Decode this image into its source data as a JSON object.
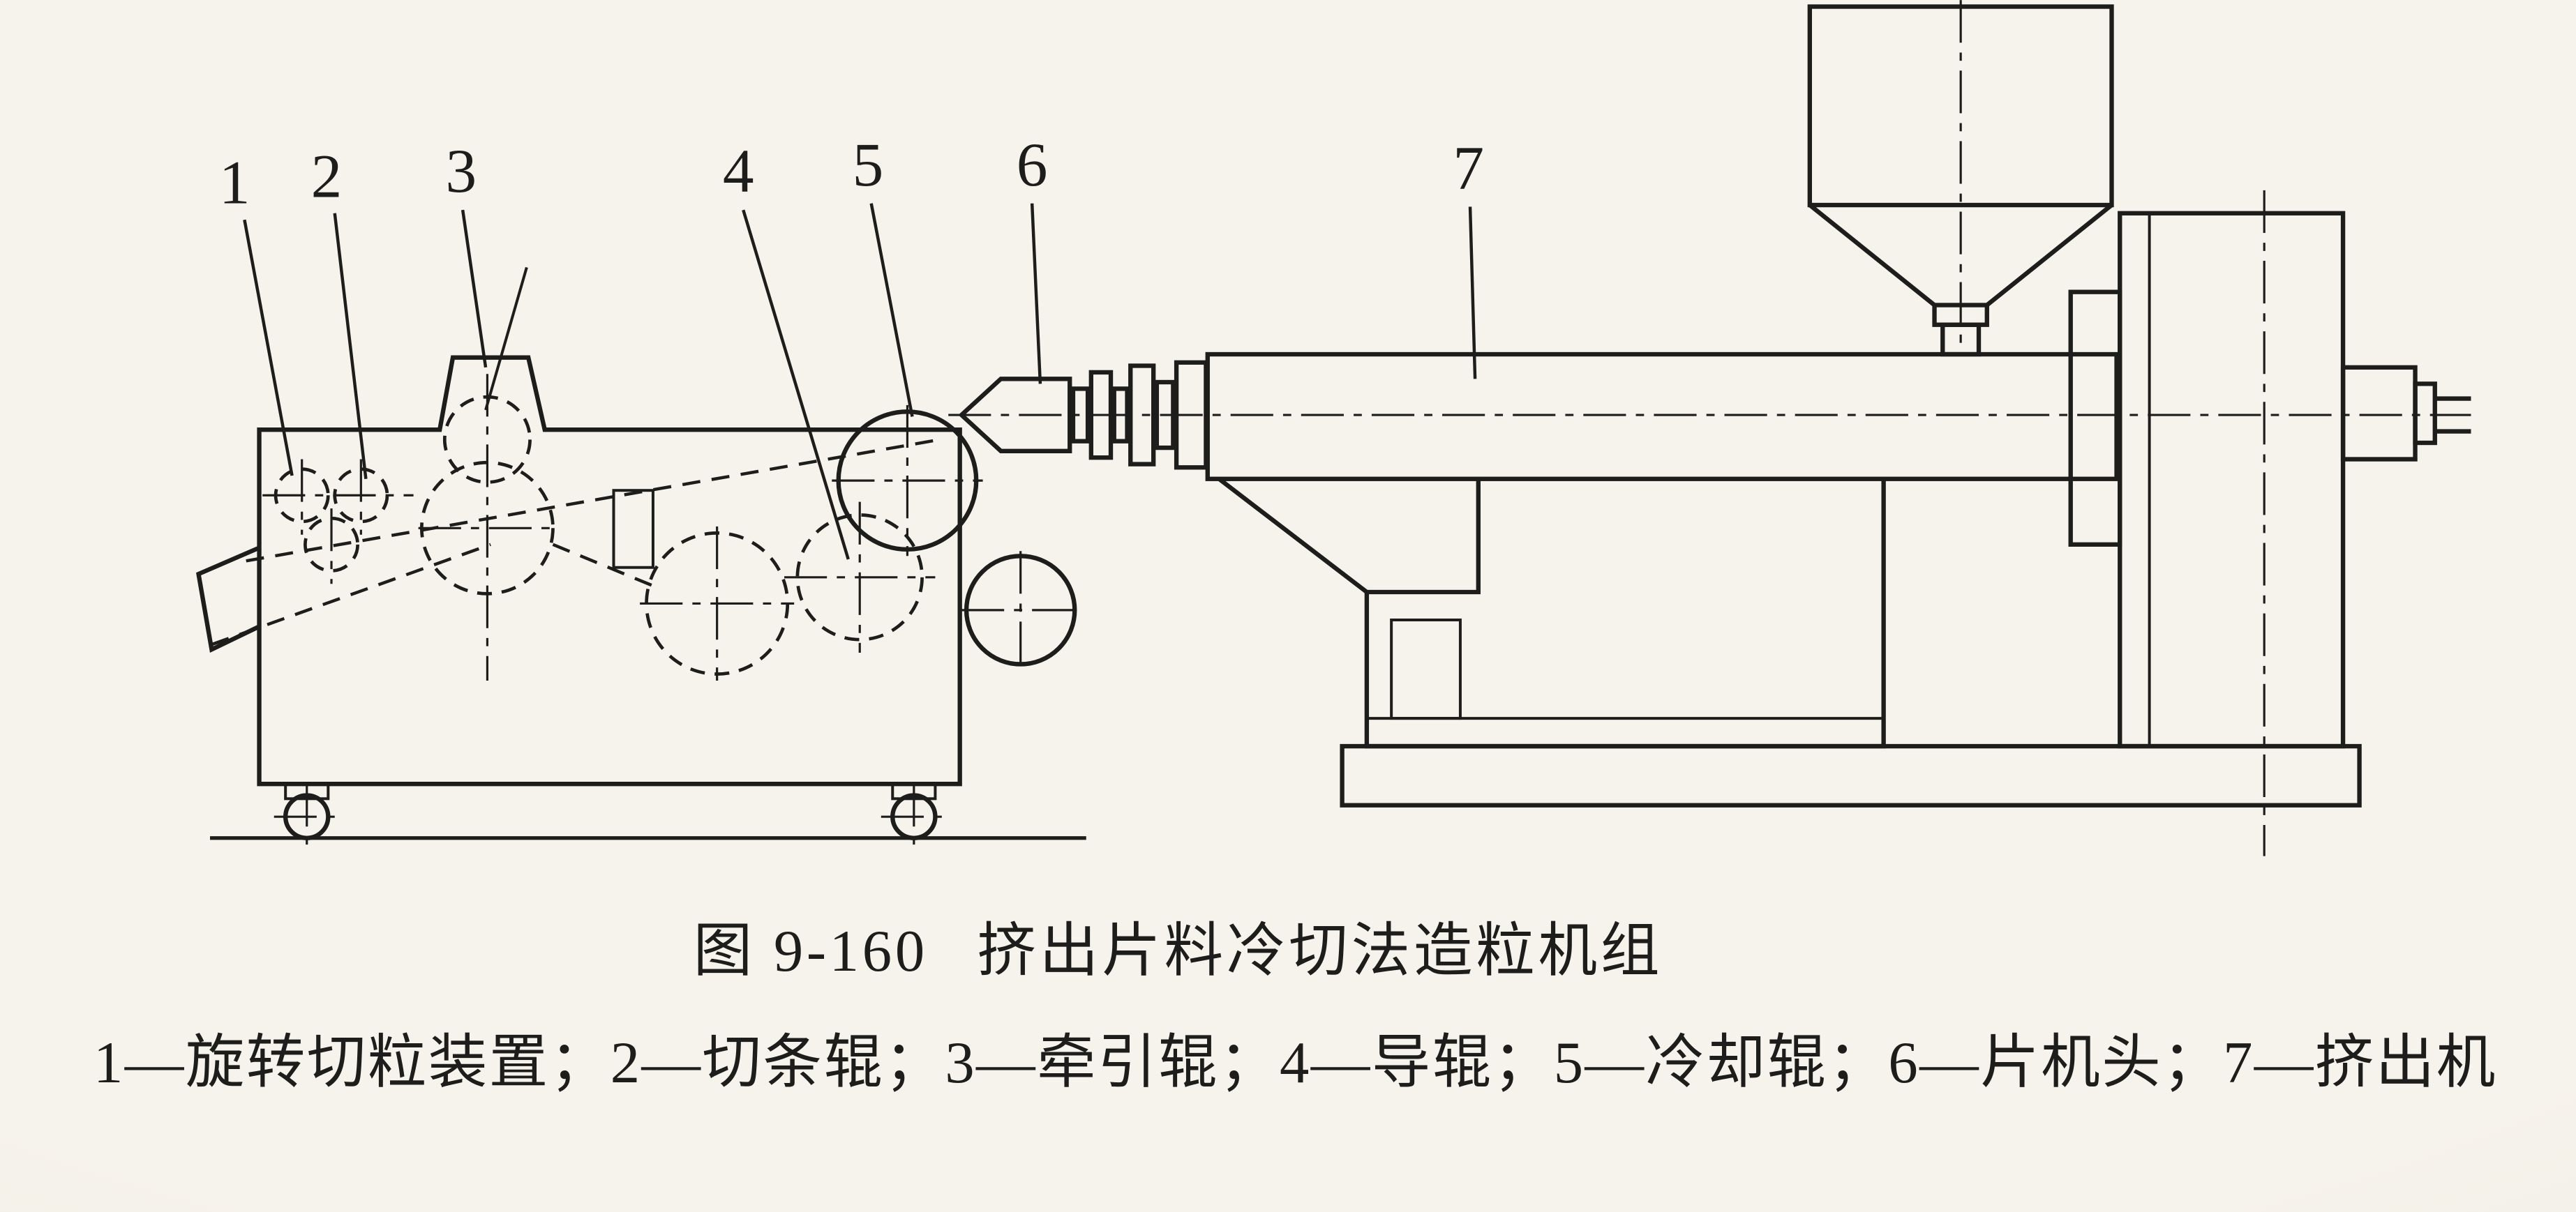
{
  "figure": {
    "label": "图 9-160",
    "title": "挤出片料冷切法造粒机组"
  },
  "callouts": [
    "1",
    "2",
    "3",
    "4",
    "5",
    "6",
    "7"
  ],
  "legend": {
    "dash": "—",
    "separator": "；",
    "items": [
      {
        "num": "1",
        "label": "旋转切粒装置"
      },
      {
        "num": "2",
        "label": "切条辊"
      },
      {
        "num": "3",
        "label": "牵引辊"
      },
      {
        "num": "4",
        "label": "导辊"
      },
      {
        "num": "5",
        "label": "冷却辊"
      },
      {
        "num": "6",
        "label": "片机头"
      },
      {
        "num": "7",
        "label": "挤出机"
      }
    ]
  },
  "colors": {
    "paper": "#f6f3ec",
    "ink": "#1d1d1b"
  }
}
